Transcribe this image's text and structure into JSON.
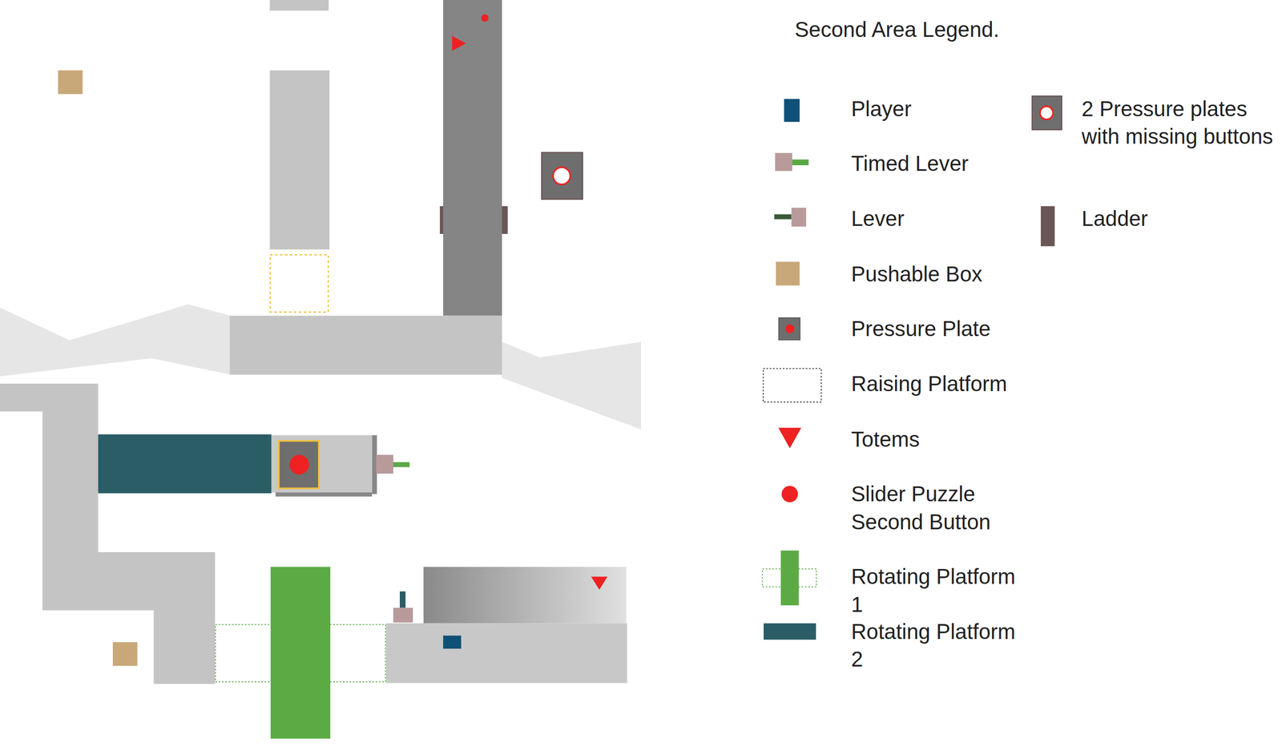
{
  "diagram": {
    "title": "Second Area Legend.",
    "legend": [
      {
        "text": "Player",
        "color": "#0f5077"
      },
      {
        "text": "Timed Lever"
      },
      {
        "text": "Lever"
      },
      {
        "text": "Pushable Box",
        "color": "#c8a878"
      },
      {
        "text": "Pressure Plate"
      },
      {
        "text": "Raising Platform"
      },
      {
        "text": "Totems"
      },
      {
        "text": "Slider Puzzle Second Button"
      },
      {
        "text": "Rotating Platform 1"
      },
      {
        "text": "Rotating Platform 2",
        "color": "#2a5d66"
      },
      {
        "text": "2 Pressure plates with missing buttons"
      },
      {
        "text": "Ladder",
        "color": "#6b5656"
      }
    ]
  }
}
